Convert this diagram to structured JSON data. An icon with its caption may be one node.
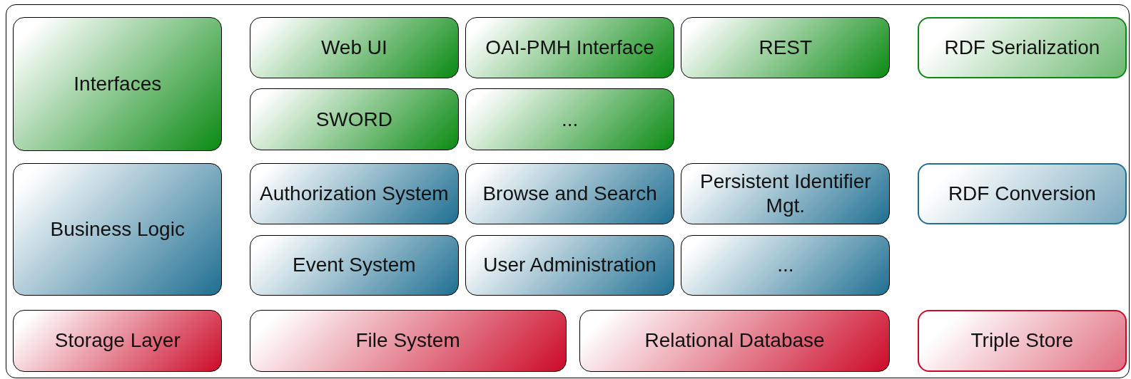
{
  "diagram": {
    "nodes": [
      {
        "text": [
          "Interfaces"
        ]
      },
      {
        "text": [
          "Web UI"
        ]
      },
      {
        "text": [
          "OAI-PMH Interface"
        ]
      },
      {
        "text": [
          "REST"
        ]
      },
      {
        "text": [
          "RDF Serialization"
        ]
      },
      {
        "text": [
          "SWORD"
        ]
      },
      {
        "text": [
          "..."
        ]
      },
      {
        "text": [
          "Business Logic"
        ]
      },
      {
        "text": [
          "Authorization System"
        ]
      },
      {
        "text": [
          "Browse and Search"
        ]
      },
      {
        "text": [
          "Persistent Identifier Mgt."
        ]
      },
      {
        "text": [
          "RDF Conversion"
        ]
      },
      {
        "text": [
          "Event System"
        ]
      },
      {
        "text": [
          "User Administration"
        ]
      },
      {
        "text": [
          "..."
        ]
      },
      {
        "text": [
          "Storage Layer"
        ]
      },
      {
        "text": [
          "File System"
        ]
      },
      {
        "text": [
          "Relational Database"
        ]
      },
      {
        "text": [
          "Triple Store"
        ]
      }
    ],
    "edges": []
  }
}
